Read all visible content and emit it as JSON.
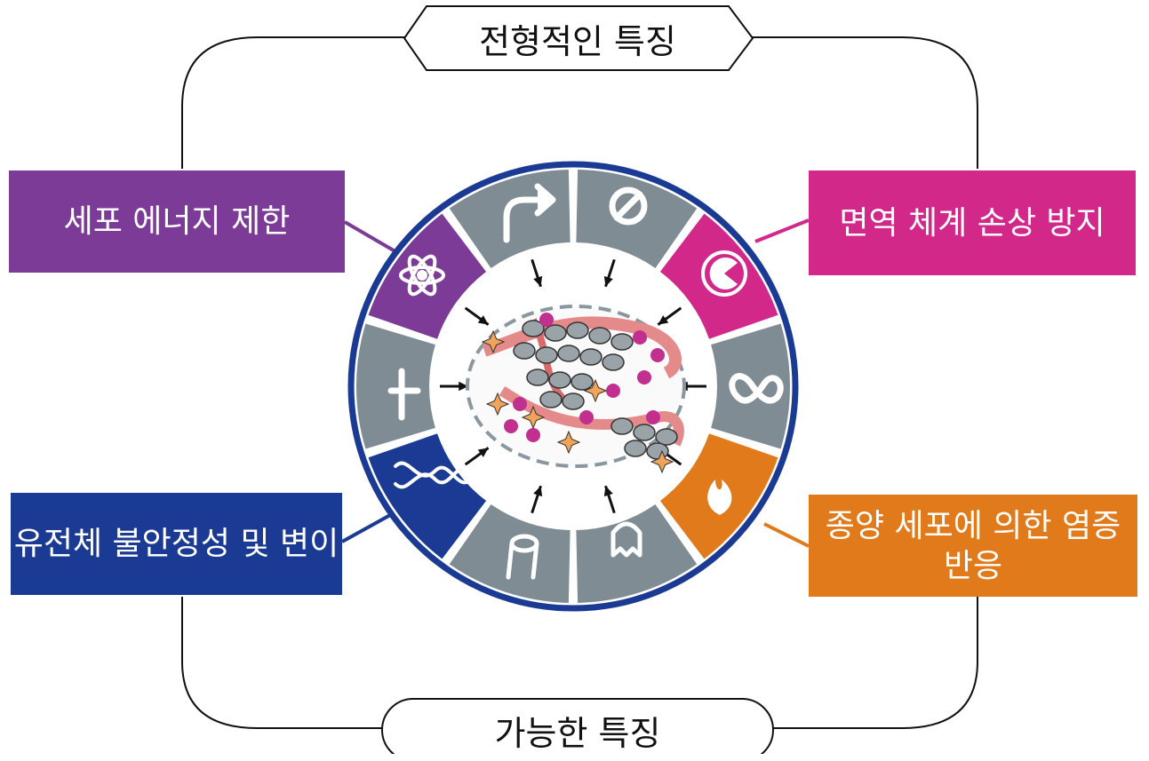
{
  "top_label": "전형적인 특징",
  "bottom_label": "가능한 특징",
  "boxes": {
    "top_left": {
      "text": "세포 에너지 제한",
      "color": "#7b3b96"
    },
    "top_right": {
      "text": "면역 체계 손상 방지",
      "color": "#d1288a"
    },
    "bottom_left": {
      "text": "유전체 불안정성 및 변이",
      "color": "#1b3a93"
    },
    "bottom_right": {
      "line1": "종양 세포에 의한 염증",
      "line2": "반응",
      "color": "#e07a1b"
    }
  },
  "wheel": {
    "ring_color": "#1b3a93",
    "segment_gray": "#7f8c93",
    "segments": [
      {
        "name": "sustaining-proliferation",
        "icon": "arrow-up-right-icon",
        "color": "#7f8c93"
      },
      {
        "name": "evading-growth-suppressors",
        "icon": "no-sign-icon",
        "color": "#7f8c93"
      },
      {
        "name": "avoiding-immune-destruction",
        "icon": "pacman-cell-icon",
        "color": "#d1288a"
      },
      {
        "name": "replicative-immortality",
        "icon": "infinity-icon",
        "color": "#7f8c93"
      },
      {
        "name": "tumor-promoting-inflammation",
        "icon": "flame-icon",
        "color": "#e07a1b"
      },
      {
        "name": "activating-invasion-metastasis",
        "icon": "ghost-cell-icon",
        "color": "#7f8c93"
      },
      {
        "name": "inducing-angiogenesis",
        "icon": "vessel-tube-icon",
        "color": "#7f8c93"
      },
      {
        "name": "genome-instability",
        "icon": "dna-icon",
        "color": "#1b3a93"
      },
      {
        "name": "resisting-cell-death",
        "icon": "cross-icon",
        "color": "#7f8c93"
      },
      {
        "name": "deregulating-energetics",
        "icon": "atom-icon",
        "color": "#7b3b96"
      }
    ]
  }
}
